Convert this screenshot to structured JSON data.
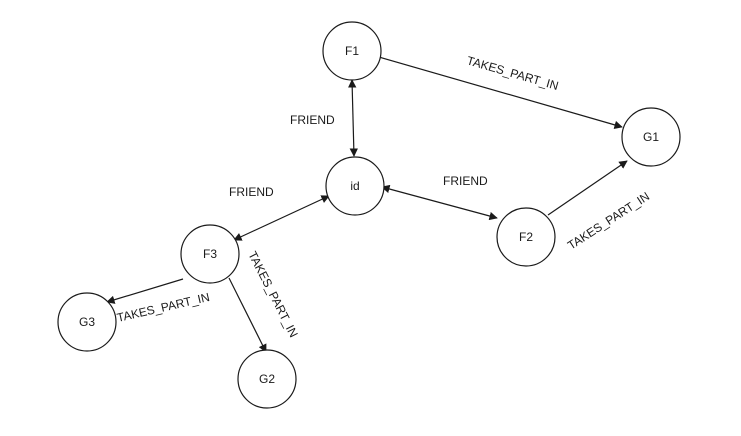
{
  "nodes": {
    "F1": "F1",
    "G1": "G1",
    "id": "id",
    "F2": "F2",
    "F3": "F3",
    "G3": "G3",
    "G2": "G2"
  },
  "edges": {
    "f1_g1": "TAKES_PART_IN",
    "f1_id": "FRIEND",
    "id_f2": "FRIEND",
    "f2_g1": "TAKES_PART_IN",
    "id_f3": "FRIEND",
    "f3_g3": "TAKES_PART_IN",
    "f3_g2": "TAKES_PART_IN"
  },
  "colors": {
    "stroke": "#1a1a1a",
    "background": "#ffffff"
  }
}
